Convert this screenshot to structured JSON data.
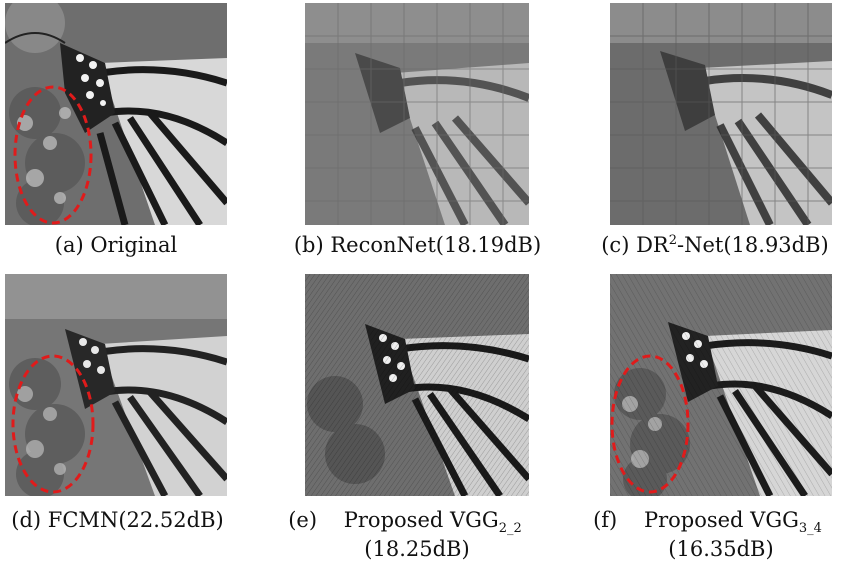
{
  "figure": {
    "panels": [
      {
        "id": "a",
        "label": "(a)",
        "name": "Original",
        "psnr": ""
      },
      {
        "id": "b",
        "label": "(b)",
        "name": "ReconNet",
        "psnr": "(18.19dB)"
      },
      {
        "id": "c",
        "label": "(c)",
        "name_pre": "DR",
        "name_sup": "2",
        "name_post": "-Net",
        "psnr": "(18.93dB)"
      },
      {
        "id": "d",
        "label": "(d)",
        "name": "FCMN",
        "psnr": "(22.52dB)"
      },
      {
        "id": "e",
        "label": "(e)",
        "name_pre": "Proposed VGG",
        "name_sub": "2_2",
        "psnr": "(18.25dB)"
      },
      {
        "id": "f",
        "label": "(f)",
        "name_pre": "Proposed VGG",
        "name_sub": "3_4",
        "psnr": "(16.35dB)"
      }
    ],
    "colors": {
      "highlight_ellipse": "#e01b1b"
    }
  }
}
